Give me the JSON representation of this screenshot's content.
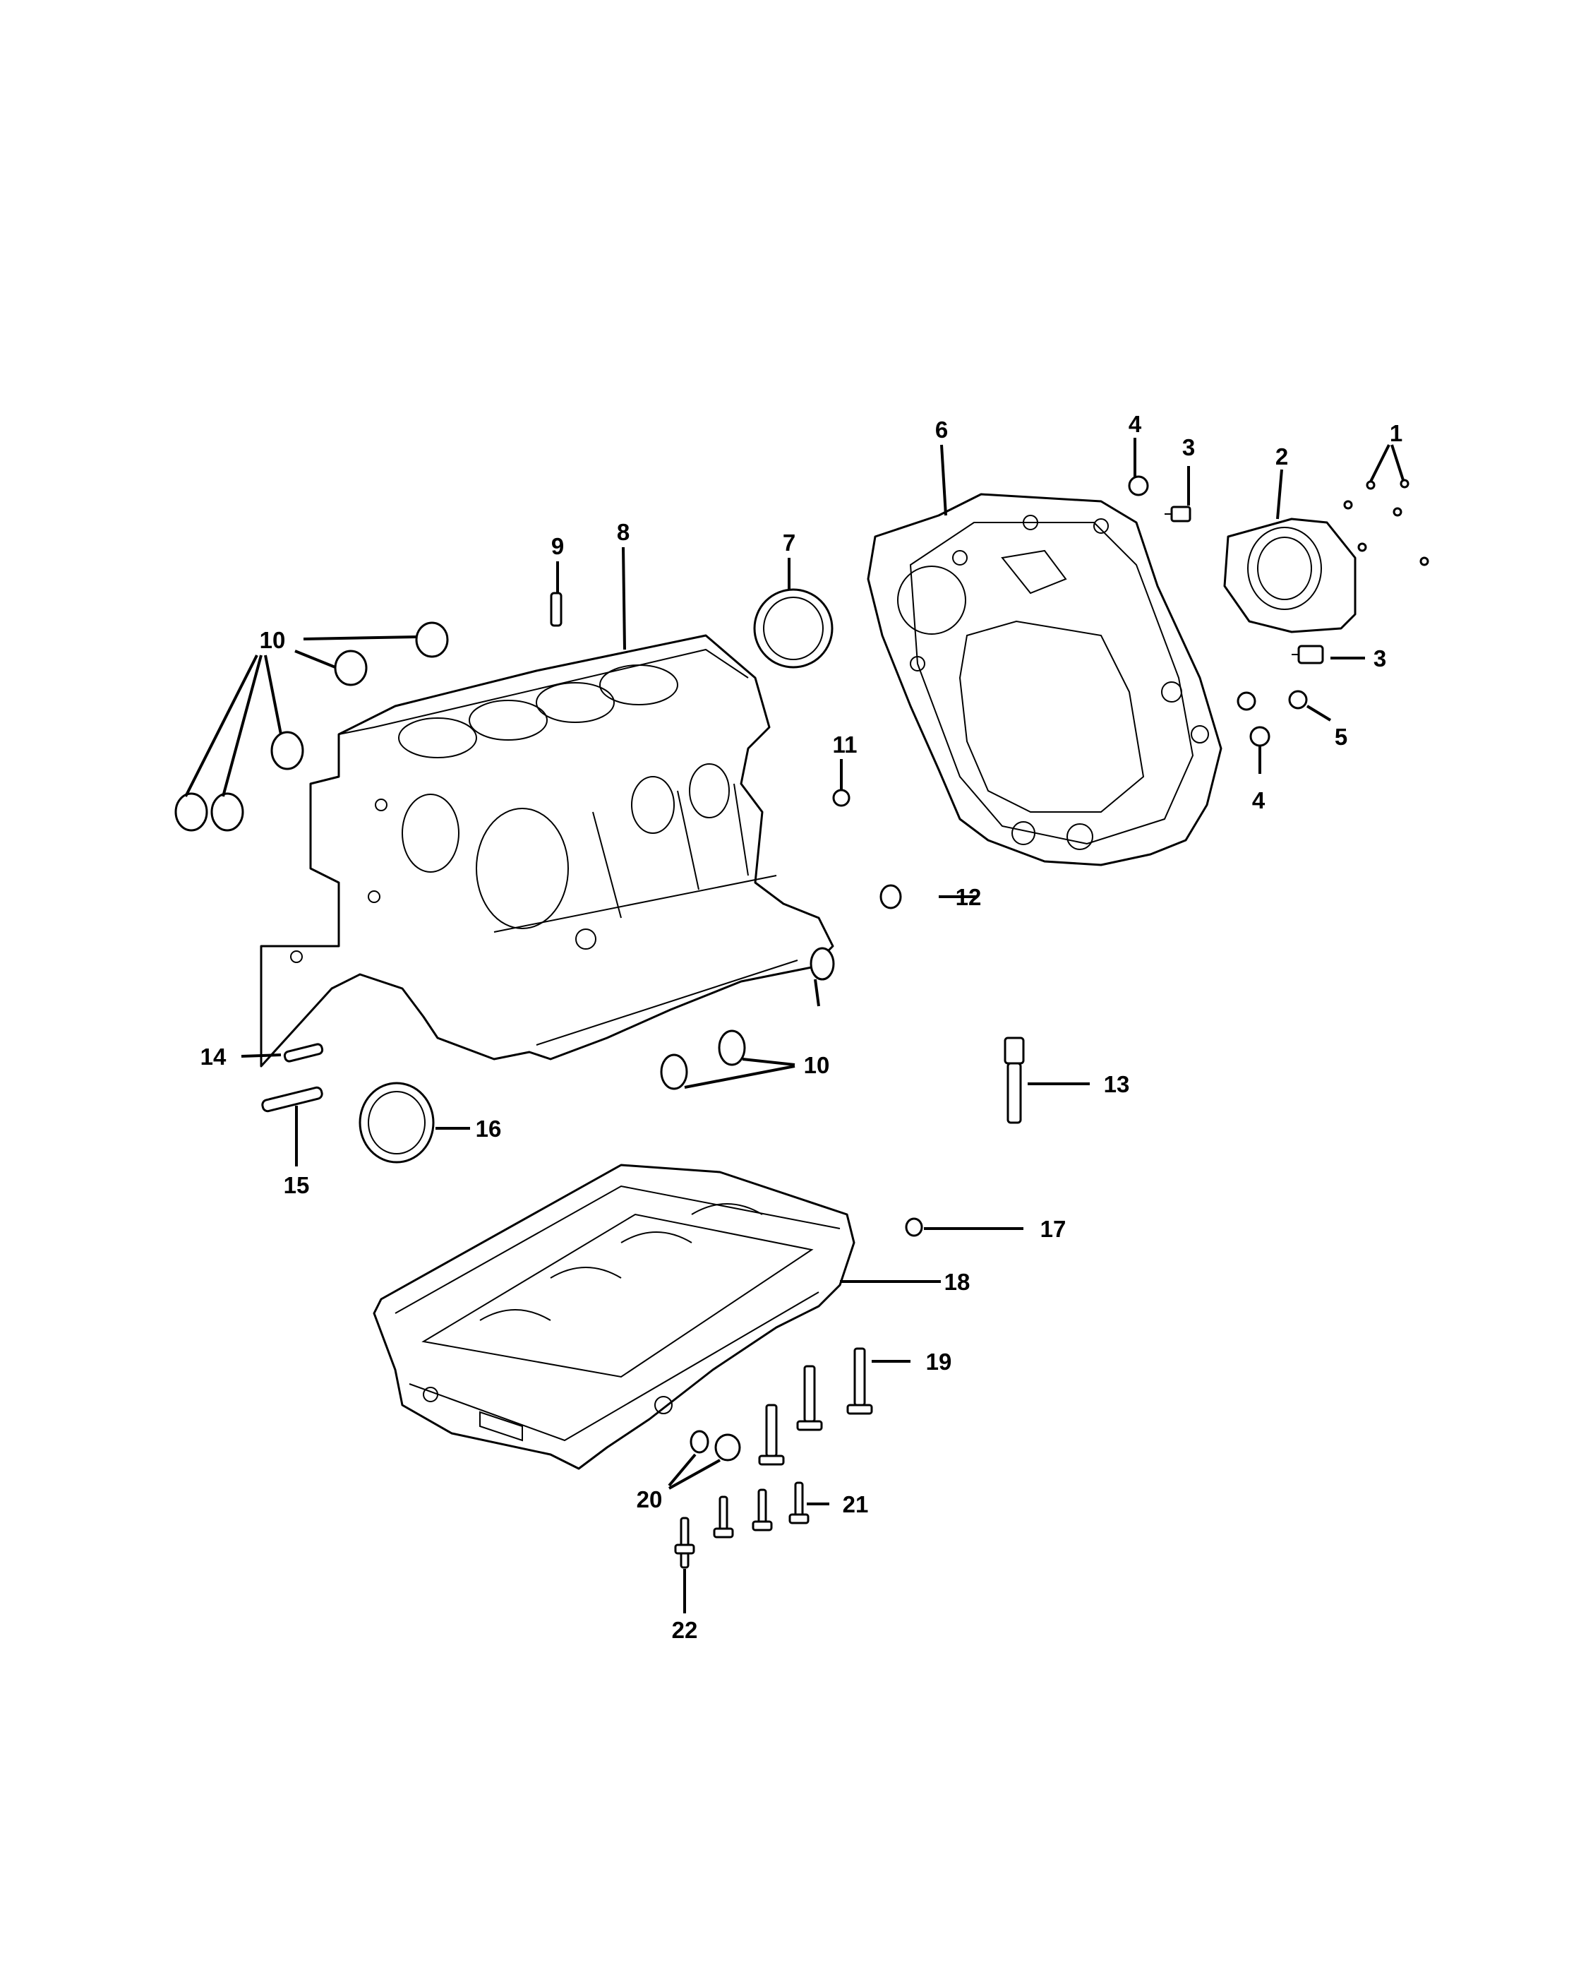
{
  "callouts": {
    "c1": "1",
    "c2": "2",
    "c3a": "3",
    "c3b": "3",
    "c4a": "4",
    "c4b": "4",
    "c5": "5",
    "c6": "6",
    "c7": "7",
    "c8": "8",
    "c9": "9",
    "c10a": "10",
    "c10b": "10",
    "c11": "11",
    "c12": "12",
    "c13": "13",
    "c14": "14",
    "c15": "15",
    "c16": "16",
    "c17": "17",
    "c18": "18",
    "c19": "19",
    "c20": "20",
    "c21": "21",
    "c22": "22"
  },
  "colors": {
    "line": "#000000",
    "background": "#ffffff"
  }
}
